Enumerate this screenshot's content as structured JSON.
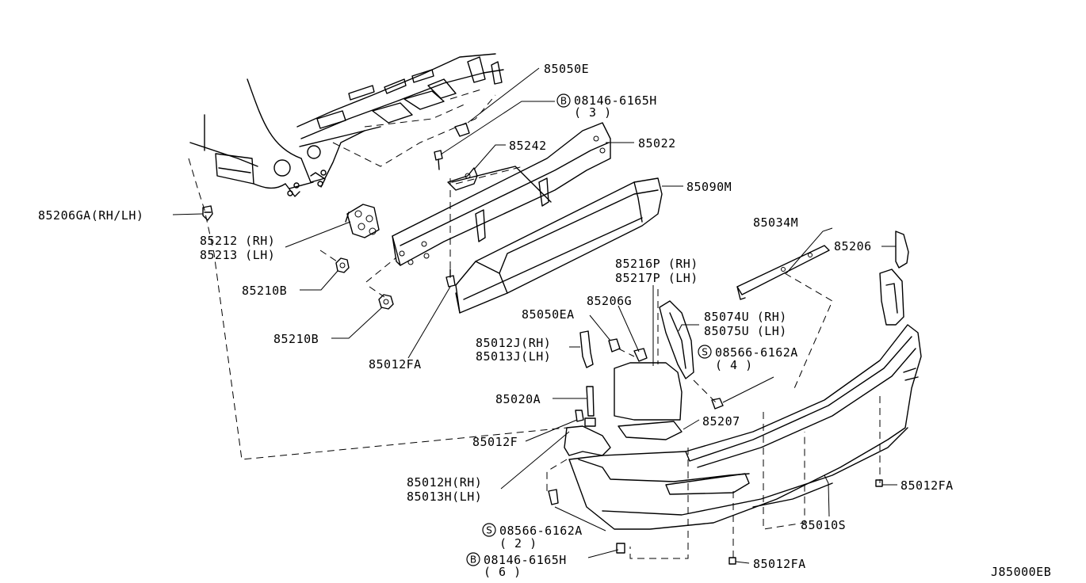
{
  "labels": {
    "p85050e": "85050E",
    "p08146_6165h_top": "08146-6165H",
    "q3": "( 3 )",
    "p85242": "85242",
    "p85022": "85022",
    "p85090m": "85090M",
    "p85206ga": "85206GA(RH/LH)",
    "p85212": "85212 (RH)",
    "p85213": "85213 (LH)",
    "p85210b_a": "85210B",
    "p85210b_b": "85210B",
    "p85012fa_left": "85012FA",
    "p85034m": "85034M",
    "p85206": "85206",
    "p85216p": "85216P (RH)",
    "p85217p": "85217P (LH)",
    "p85206g": "85206G",
    "p85050ea": "85050EA",
    "p85074u": "85074U (RH)",
    "p85075u": "85075U (LH)",
    "p85012j": "85012J(RH)",
    "p85013j": "85013J(LH)",
    "p08566_6162a_right": "08566-6162A",
    "q4": "( 4 )",
    "p85020a": "85020A",
    "p85207": "85207",
    "p85012f": "85012F",
    "p85012h": "85012H(RH)",
    "p85013h": "85013H(LH)",
    "p85012fa_right": "85012FA",
    "p85010s": "85010S",
    "p08566_6162a_bottom": "08566-6162A",
    "q2": "( 2 )",
    "p08146_6165h_bottom": "08146-6165H",
    "q6": "( 6 )",
    "p85012fa_bottom": "85012FA",
    "ref_code": "J85000EB"
  },
  "symbols": {
    "bolt_symbol": "B",
    "screw_symbol": "S"
  }
}
